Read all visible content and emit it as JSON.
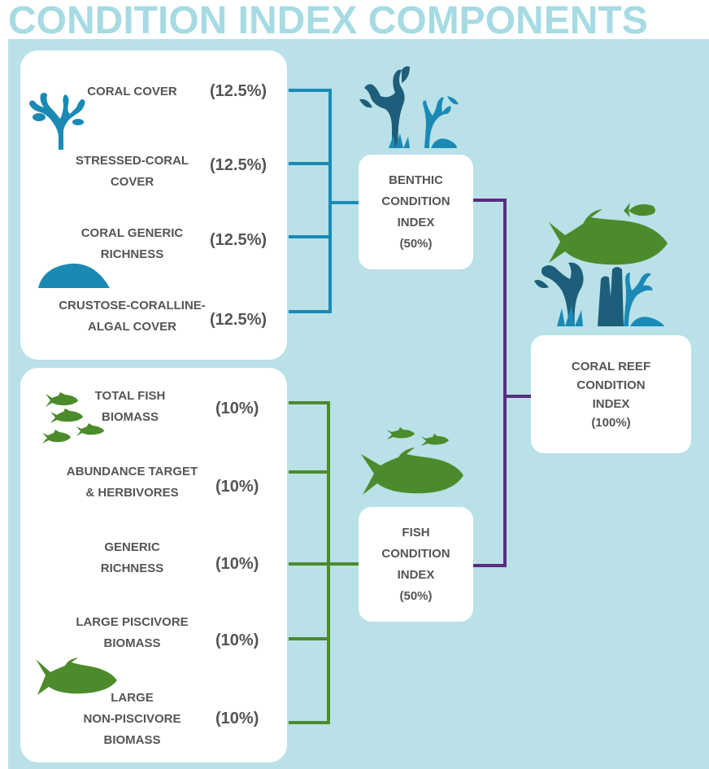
{
  "title": "CONDITION INDEX COMPONENTS",
  "colors": {
    "title": "#a6dbe3",
    "background": "#b9e1e7",
    "benthic_line": "#1a8ab5",
    "fish_line": "#4c8b2b",
    "final_line": "#5a2d82",
    "coral": "#1a8ab5",
    "fish": "#4c8b2b"
  },
  "benthic": {
    "components": [
      {
        "label_lines": [
          "CORAL COVER"
        ],
        "percent": "(12.5%)"
      },
      {
        "label_lines": [
          "STRESSED-CORAL",
          "COVER"
        ],
        "percent": "(12.5%)"
      },
      {
        "label_lines": [
          "CORAL GENERIC",
          "RICHNESS"
        ],
        "percent": "(12.5%)"
      },
      {
        "label_lines": [
          "CRUSTOSE-CORALLINE-",
          "ALGAL COVER"
        ],
        "percent": "(12.5%)"
      }
    ],
    "index_lines": [
      "BENTHIC",
      "CONDITION",
      "INDEX",
      "(50%)"
    ]
  },
  "fish": {
    "components": [
      {
        "label_lines": [
          "TOTAL FISH",
          "BIOMASS"
        ],
        "percent": "(10%)"
      },
      {
        "label_lines": [
          "ABUNDANCE TARGET",
          "& HERBIVORES"
        ],
        "percent": "(10%)"
      },
      {
        "label_lines": [
          "GENERIC",
          "RICHNESS"
        ],
        "percent": "(10%)"
      },
      {
        "label_lines": [
          "LARGE PISCIVORE",
          "BIOMASS"
        ],
        "percent": "(10%)"
      },
      {
        "label_lines": [
          "LARGE",
          "NON-PISCIVORE",
          "BIOMASS"
        ],
        "percent": "(10%)"
      }
    ],
    "index_lines": [
      "FISH",
      "CONDITION",
      "INDEX",
      "(50%)"
    ]
  },
  "overall": {
    "index_lines": [
      "CORAL REEF",
      "CONDITION",
      "INDEX",
      "(100%)"
    ]
  }
}
